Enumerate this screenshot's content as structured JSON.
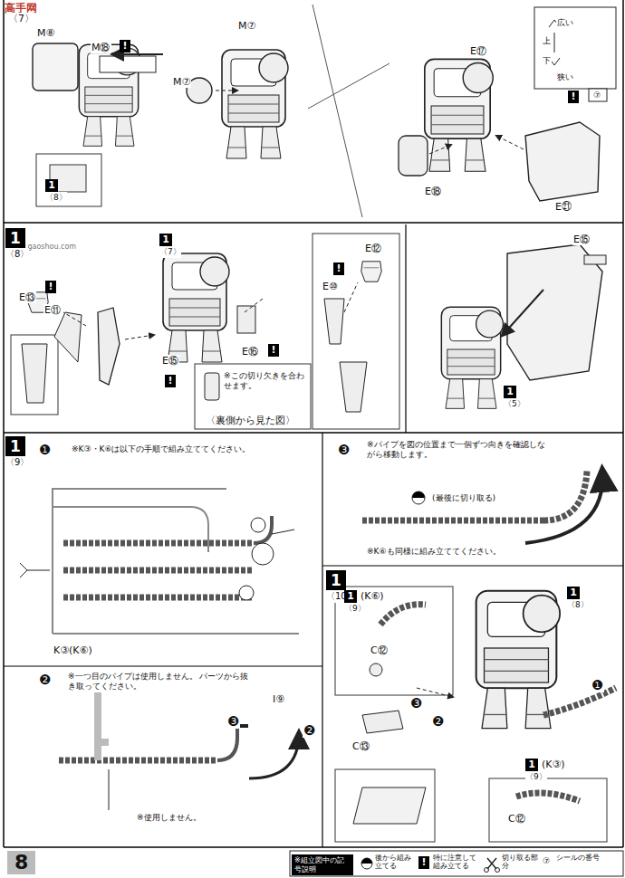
{
  "diagram": {
    "nodes": [
      {
        "text": [
          "1",
          "〈8〉"
        ]
      },
      {
        "text": [
          "1",
          "〈8〉"
        ]
      },
      {
        "text": [
          "1",
          "〈7〉"
        ]
      },
      {
        "text": [
          "1",
          "〈5〉"
        ]
      },
      {
        "text": [
          "1",
          "〈9〉"
        ]
      },
      {
        "text": [
          "1",
          "〈10〉"
        ]
      },
      {
        "text": [
          "1",
          "〈9〉",
          "(K⑥)"
        ]
      },
      {
        "text": [
          "1",
          "〈8〉"
        ]
      },
      {
        "text": [
          "1",
          "〈9〉",
          "(K③)"
        ]
      }
    ],
    "labels": [
      "高手网",
      "〈7〉",
      "M⑧",
      "M⑱",
      "!",
      "M⑦",
      "M⑦",
      "広い",
      "上",
      "下",
      "狭い",
      "E⑰",
      "!",
      "⑦",
      "E⑱",
      "E㉑",
      "www.gaoshou.com",
      "E⑮",
      "E⑫",
      "!",
      "E⑩",
      "E⑬",
      "!",
      "E⑪",
      "E⑯",
      "!",
      "E⑮",
      "!",
      "※この切り欠きを合わせます。",
      "〈裏側から見た図〉",
      "❶",
      "※K③・K⑥は以下の手順で組み立ててください。",
      "❸",
      "※パイプを図の位置まで一個ずつ向きを確認しながら移動します。",
      "(最後に切り取る)",
      "※K⑥も同様に組み立ててください。",
      "K③(K⑥)",
      "❷",
      "※一つ目のパイプは使用しません。 パーツから抜き取ってください。",
      "I⑨",
      "❸",
      "❷",
      "※使用しません。",
      "C⑫",
      "C⑬",
      "❸",
      "❷",
      "❶",
      "C⑫",
      "8",
      "※組立図中の記号説明",
      "!",
      "⑦"
    ],
    "legend": [
      {
        "text": "後から組み立てる"
      },
      {
        "text": "特に注意して組み立てる"
      },
      {
        "text": "切り取る部分"
      },
      {
        "text": "シールの番号"
      }
    ]
  }
}
